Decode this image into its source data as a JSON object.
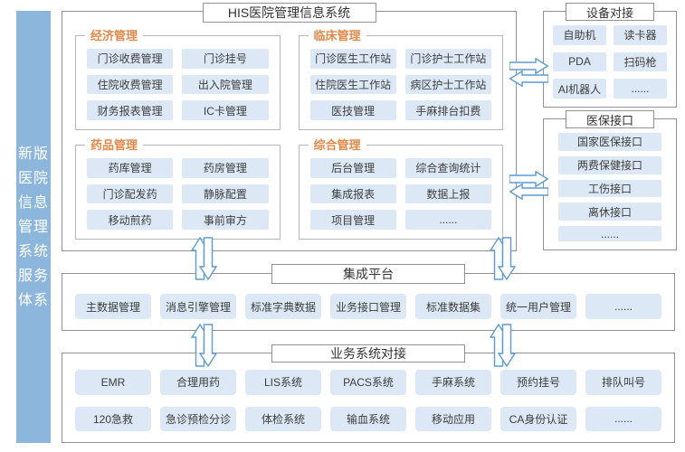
{
  "sidebar": {
    "lines": [
      "新版",
      "医院",
      "信息",
      "管理",
      "系统",
      "服务",
      "体系"
    ]
  },
  "his": {
    "title": "HIS医院管理信息系统",
    "sections": [
      {
        "name": "经济管理",
        "items": [
          "门诊收费管理",
          "门诊挂号",
          "住院收费管理",
          "出入院管理",
          "财务报表管理",
          "IC卡管理"
        ]
      },
      {
        "name": "临床管理",
        "items": [
          "门诊医生工作站",
          "门诊护士工作站",
          "住院医生工作站",
          "病区护士工作站",
          "医技管理",
          "手麻排台扣费"
        ]
      },
      {
        "name": "药品管理",
        "items": [
          "药库管理",
          "药房管理",
          "门诊配发药",
          "静脉配置",
          "移动煎药",
          "事前审方"
        ]
      },
      {
        "name": "综合管理",
        "items": [
          "后台管理",
          "综合查询统计",
          "集成报表",
          "数据上报",
          "项目管理",
          "......"
        ]
      }
    ]
  },
  "device_panel": {
    "title": "设备对接",
    "items": [
      "自助机",
      "读卡器",
      "PDA",
      "扫码枪",
      "AI机器人",
      "......"
    ]
  },
  "insurance_panel": {
    "title": "医保接口",
    "items": [
      "国家医保接口",
      "两费保健接口",
      "工伤接口",
      "离休接口",
      "......"
    ]
  },
  "integration_platform": {
    "title": "集成平台",
    "items": [
      "主数据管理",
      "消息引擎管理",
      "标准字典数据",
      "业务接口管理",
      "标准数据集",
      "统一用户管理",
      "......"
    ]
  },
  "business_systems": {
    "title": "业务系统对接",
    "items": [
      "EMR",
      "合理用药",
      "LIS系统",
      "PACS系统",
      "手麻系统",
      "预约挂号",
      "排队叫号",
      "120急救",
      "急诊预检分诊",
      "体检系统",
      "输血系统",
      "移动应用",
      "CA身份认证",
      "......"
    ]
  },
  "colors": {
    "banner_blue": "#8db6dc",
    "chip_blue": "#dce8f5",
    "legend_orange": "#e58948",
    "arrow_blue": "#5b9bd5",
    "border_gray": "#919191",
    "group_border_gray": "#b5b5b5",
    "text_dark": "#3d3d3d"
  }
}
